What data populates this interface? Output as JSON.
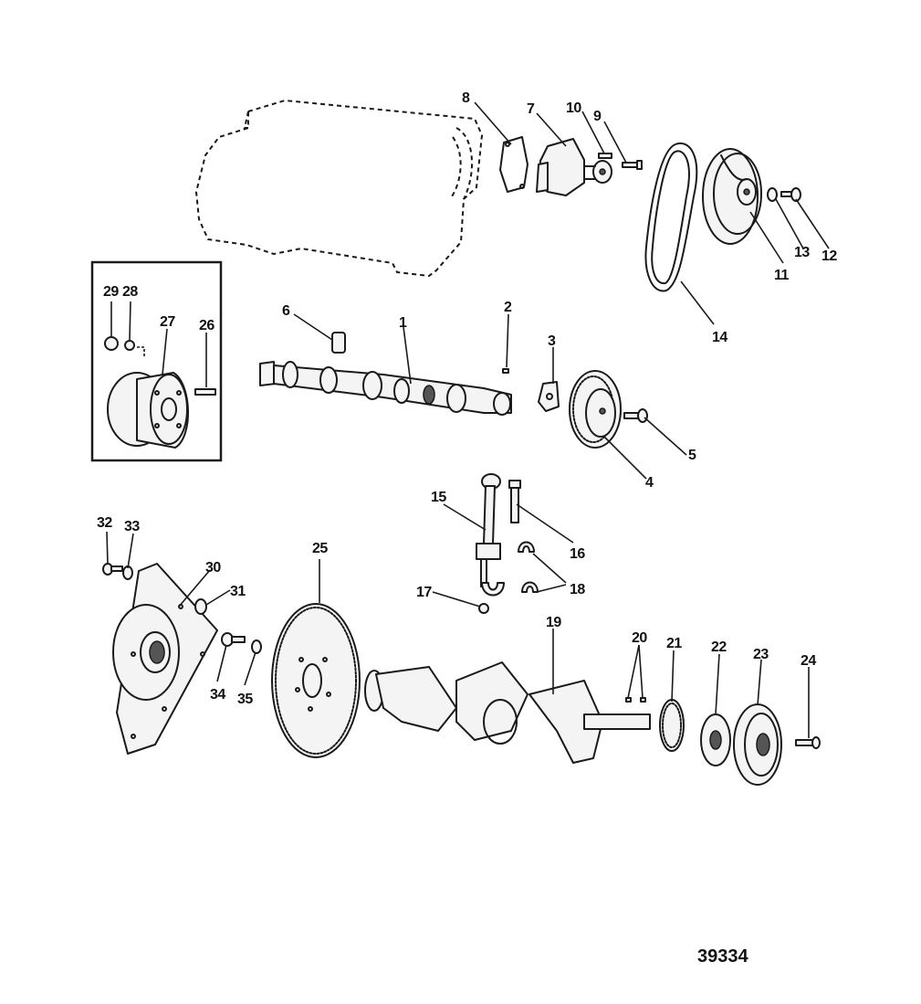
{
  "figure_number": "39334",
  "callouts": [
    {
      "id": "p1",
      "label": "1"
    },
    {
      "id": "p2",
      "label": "2"
    },
    {
      "id": "p3",
      "label": "3"
    },
    {
      "id": "p4",
      "label": "4"
    },
    {
      "id": "p5",
      "label": "5"
    },
    {
      "id": "p6",
      "label": "6"
    },
    {
      "id": "p7",
      "label": "7"
    },
    {
      "id": "p8",
      "label": "8"
    },
    {
      "id": "p9",
      "label": "9"
    },
    {
      "id": "p10",
      "label": "10"
    },
    {
      "id": "p11",
      "label": "11"
    },
    {
      "id": "p12",
      "label": "12"
    },
    {
      "id": "p13",
      "label": "13"
    },
    {
      "id": "p14",
      "label": "14"
    },
    {
      "id": "p15",
      "label": "15"
    },
    {
      "id": "p16",
      "label": "16"
    },
    {
      "id": "p17",
      "label": "17"
    },
    {
      "id": "p18",
      "label": "18"
    },
    {
      "id": "p19",
      "label": "19"
    },
    {
      "id": "p20",
      "label": "20"
    },
    {
      "id": "p21",
      "label": "21"
    },
    {
      "id": "p22",
      "label": "22"
    },
    {
      "id": "p23",
      "label": "23"
    },
    {
      "id": "p24",
      "label": "24"
    },
    {
      "id": "p25",
      "label": "25"
    },
    {
      "id": "p26",
      "label": "26"
    },
    {
      "id": "p27",
      "label": "27"
    },
    {
      "id": "p28",
      "label": "28"
    },
    {
      "id": "p29",
      "label": "29"
    },
    {
      "id": "p30",
      "label": "30"
    },
    {
      "id": "p31",
      "label": "31"
    },
    {
      "id": "p32",
      "label": "32"
    },
    {
      "id": "p33",
      "label": "33"
    },
    {
      "id": "p34",
      "label": "34"
    },
    {
      "id": "p35",
      "label": "35"
    }
  ]
}
